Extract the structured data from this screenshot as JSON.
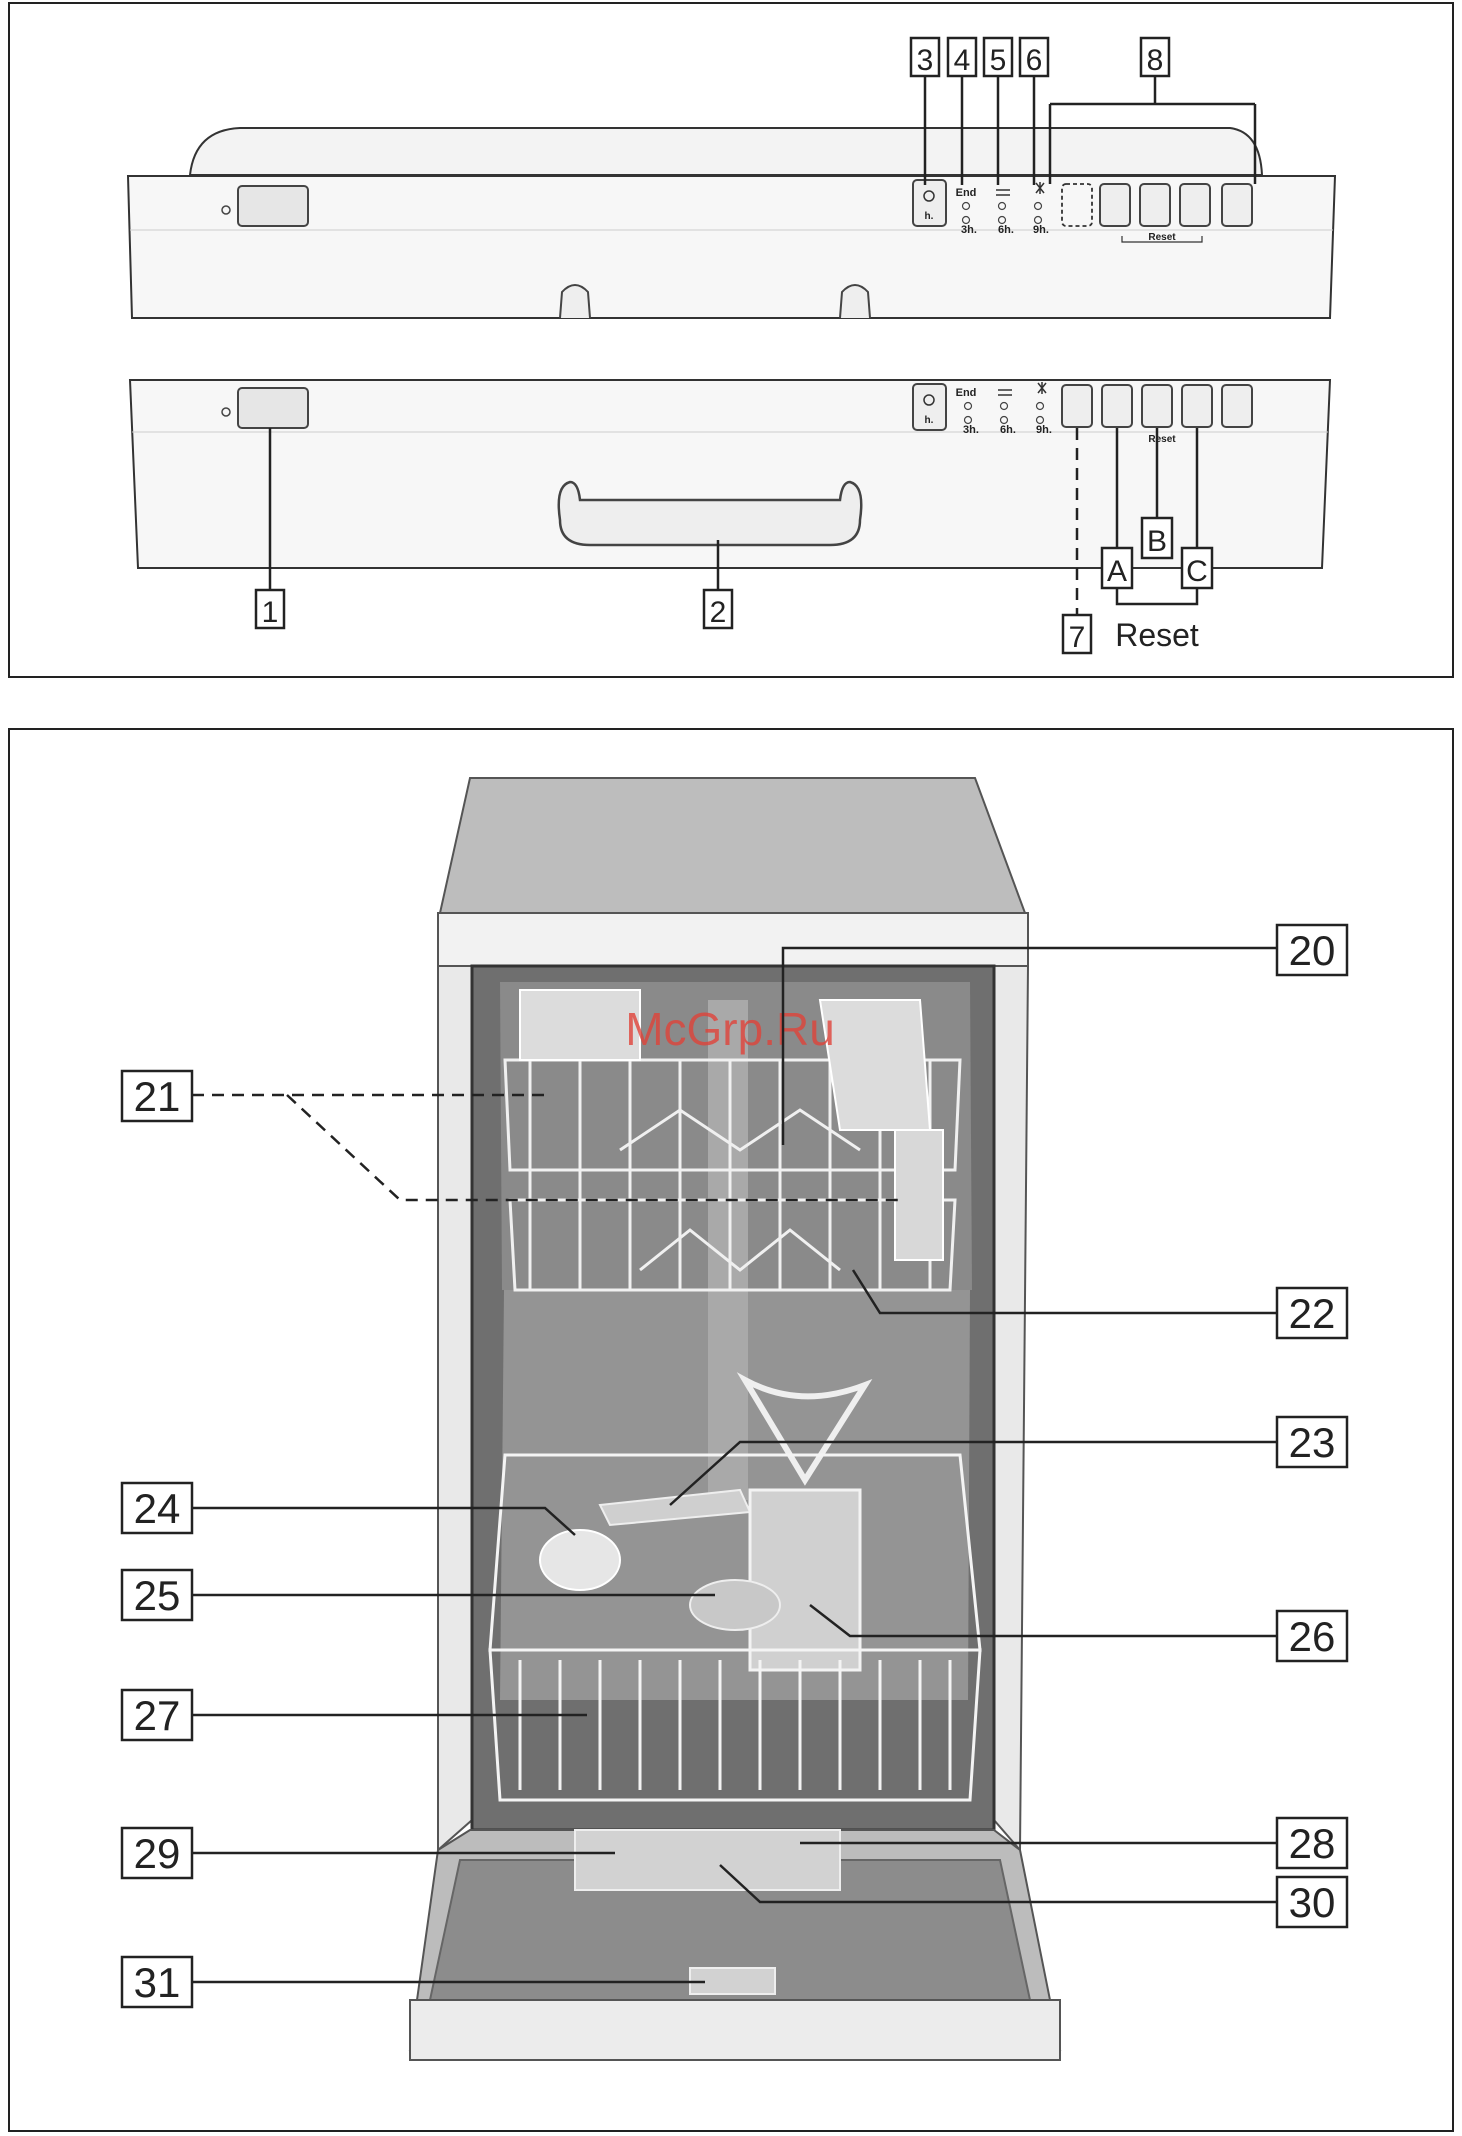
{
  "top_figure": {
    "panel_labels": {
      "end": "End",
      "h": "h.",
      "t3": "3h.",
      "t6": "6h.",
      "t9": "9h.",
      "reset_small": "Reset"
    },
    "callouts": {
      "c1": "1",
      "c2": "2",
      "c3": "3",
      "c4": "4",
      "c5": "5",
      "c6": "6",
      "c7": "7",
      "c8": "8",
      "cA": "A",
      "cB": "B",
      "cC": "C"
    },
    "reset_label": "Reset"
  },
  "bottom_figure": {
    "callouts": {
      "c20": "20",
      "c21": "21",
      "c22": "22",
      "c23": "23",
      "c24": "24",
      "c25": "25",
      "c26": "26",
      "c27": "27",
      "c28": "28",
      "c29": "29",
      "c30": "30",
      "c31": "31"
    },
    "watermark": "McGrp.Ru"
  }
}
